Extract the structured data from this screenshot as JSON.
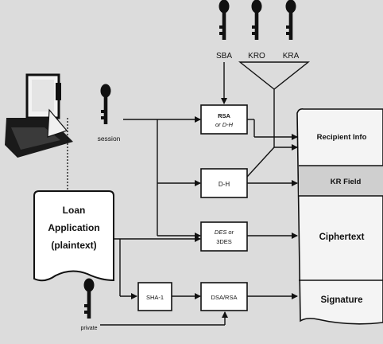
{
  "keys": {
    "sba": "SBA",
    "kro": "KRO",
    "kra": "KRA",
    "session": "session",
    "private": "private"
  },
  "document": {
    "line1": "Loan",
    "line2": "Application",
    "line3": "(plaintext)"
  },
  "boxes": {
    "rsa_line1": "RSA",
    "rsa_line2": "or D-H",
    "dh": "D-H",
    "des_line1": "DES or",
    "des_line2": "3DES",
    "sha": "SHA-1",
    "dsa": "DSA/RSA"
  },
  "output": {
    "recipient": "Recipient Info",
    "kr_field": "KR Field",
    "ciphertext": "Ciphertext",
    "signature": "Signature"
  },
  "colors": {
    "background": "#dcdcdc",
    "ink": "#111111",
    "box_fill": "#ffffff",
    "output_fill": "#f4f4f4",
    "field_band": "#cfcfcf"
  },
  "icons": [
    "laptop-computer-icon",
    "key-icon"
  ]
}
